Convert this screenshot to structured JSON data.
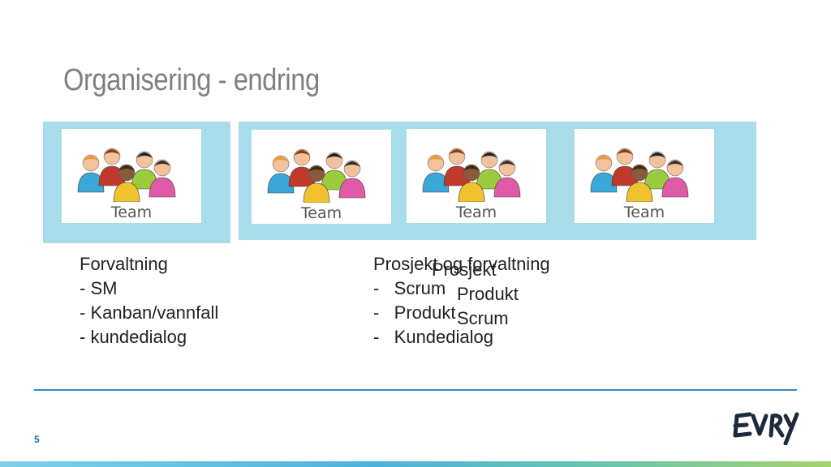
{
  "slide": {
    "title": "Organisering - endring",
    "page_number": "5"
  },
  "teams": [
    {
      "label": "Team"
    },
    {
      "label": "Team"
    },
    {
      "label": "Team"
    },
    {
      "label": "Team"
    }
  ],
  "left_text": {
    "heading": "Forvaltning",
    "items": [
      "- SM",
      "- Kanban/vannfall",
      "- kundedialog"
    ]
  },
  "right_text": {
    "heading": "Prosjekt og forvaltning",
    "items": [
      "-   Scrum",
      "-   Produkt",
      "-   Kundedialog"
    ]
  },
  "overlay_text": {
    "items": [
      "Prosjekt",
      "Produkt",
      "Scrum"
    ]
  },
  "logo": {
    "text": "EVRY"
  },
  "colors": {
    "panel": "#a8dcea",
    "title": "#7f7f7f",
    "accent_blue": "#2f8fc8"
  }
}
